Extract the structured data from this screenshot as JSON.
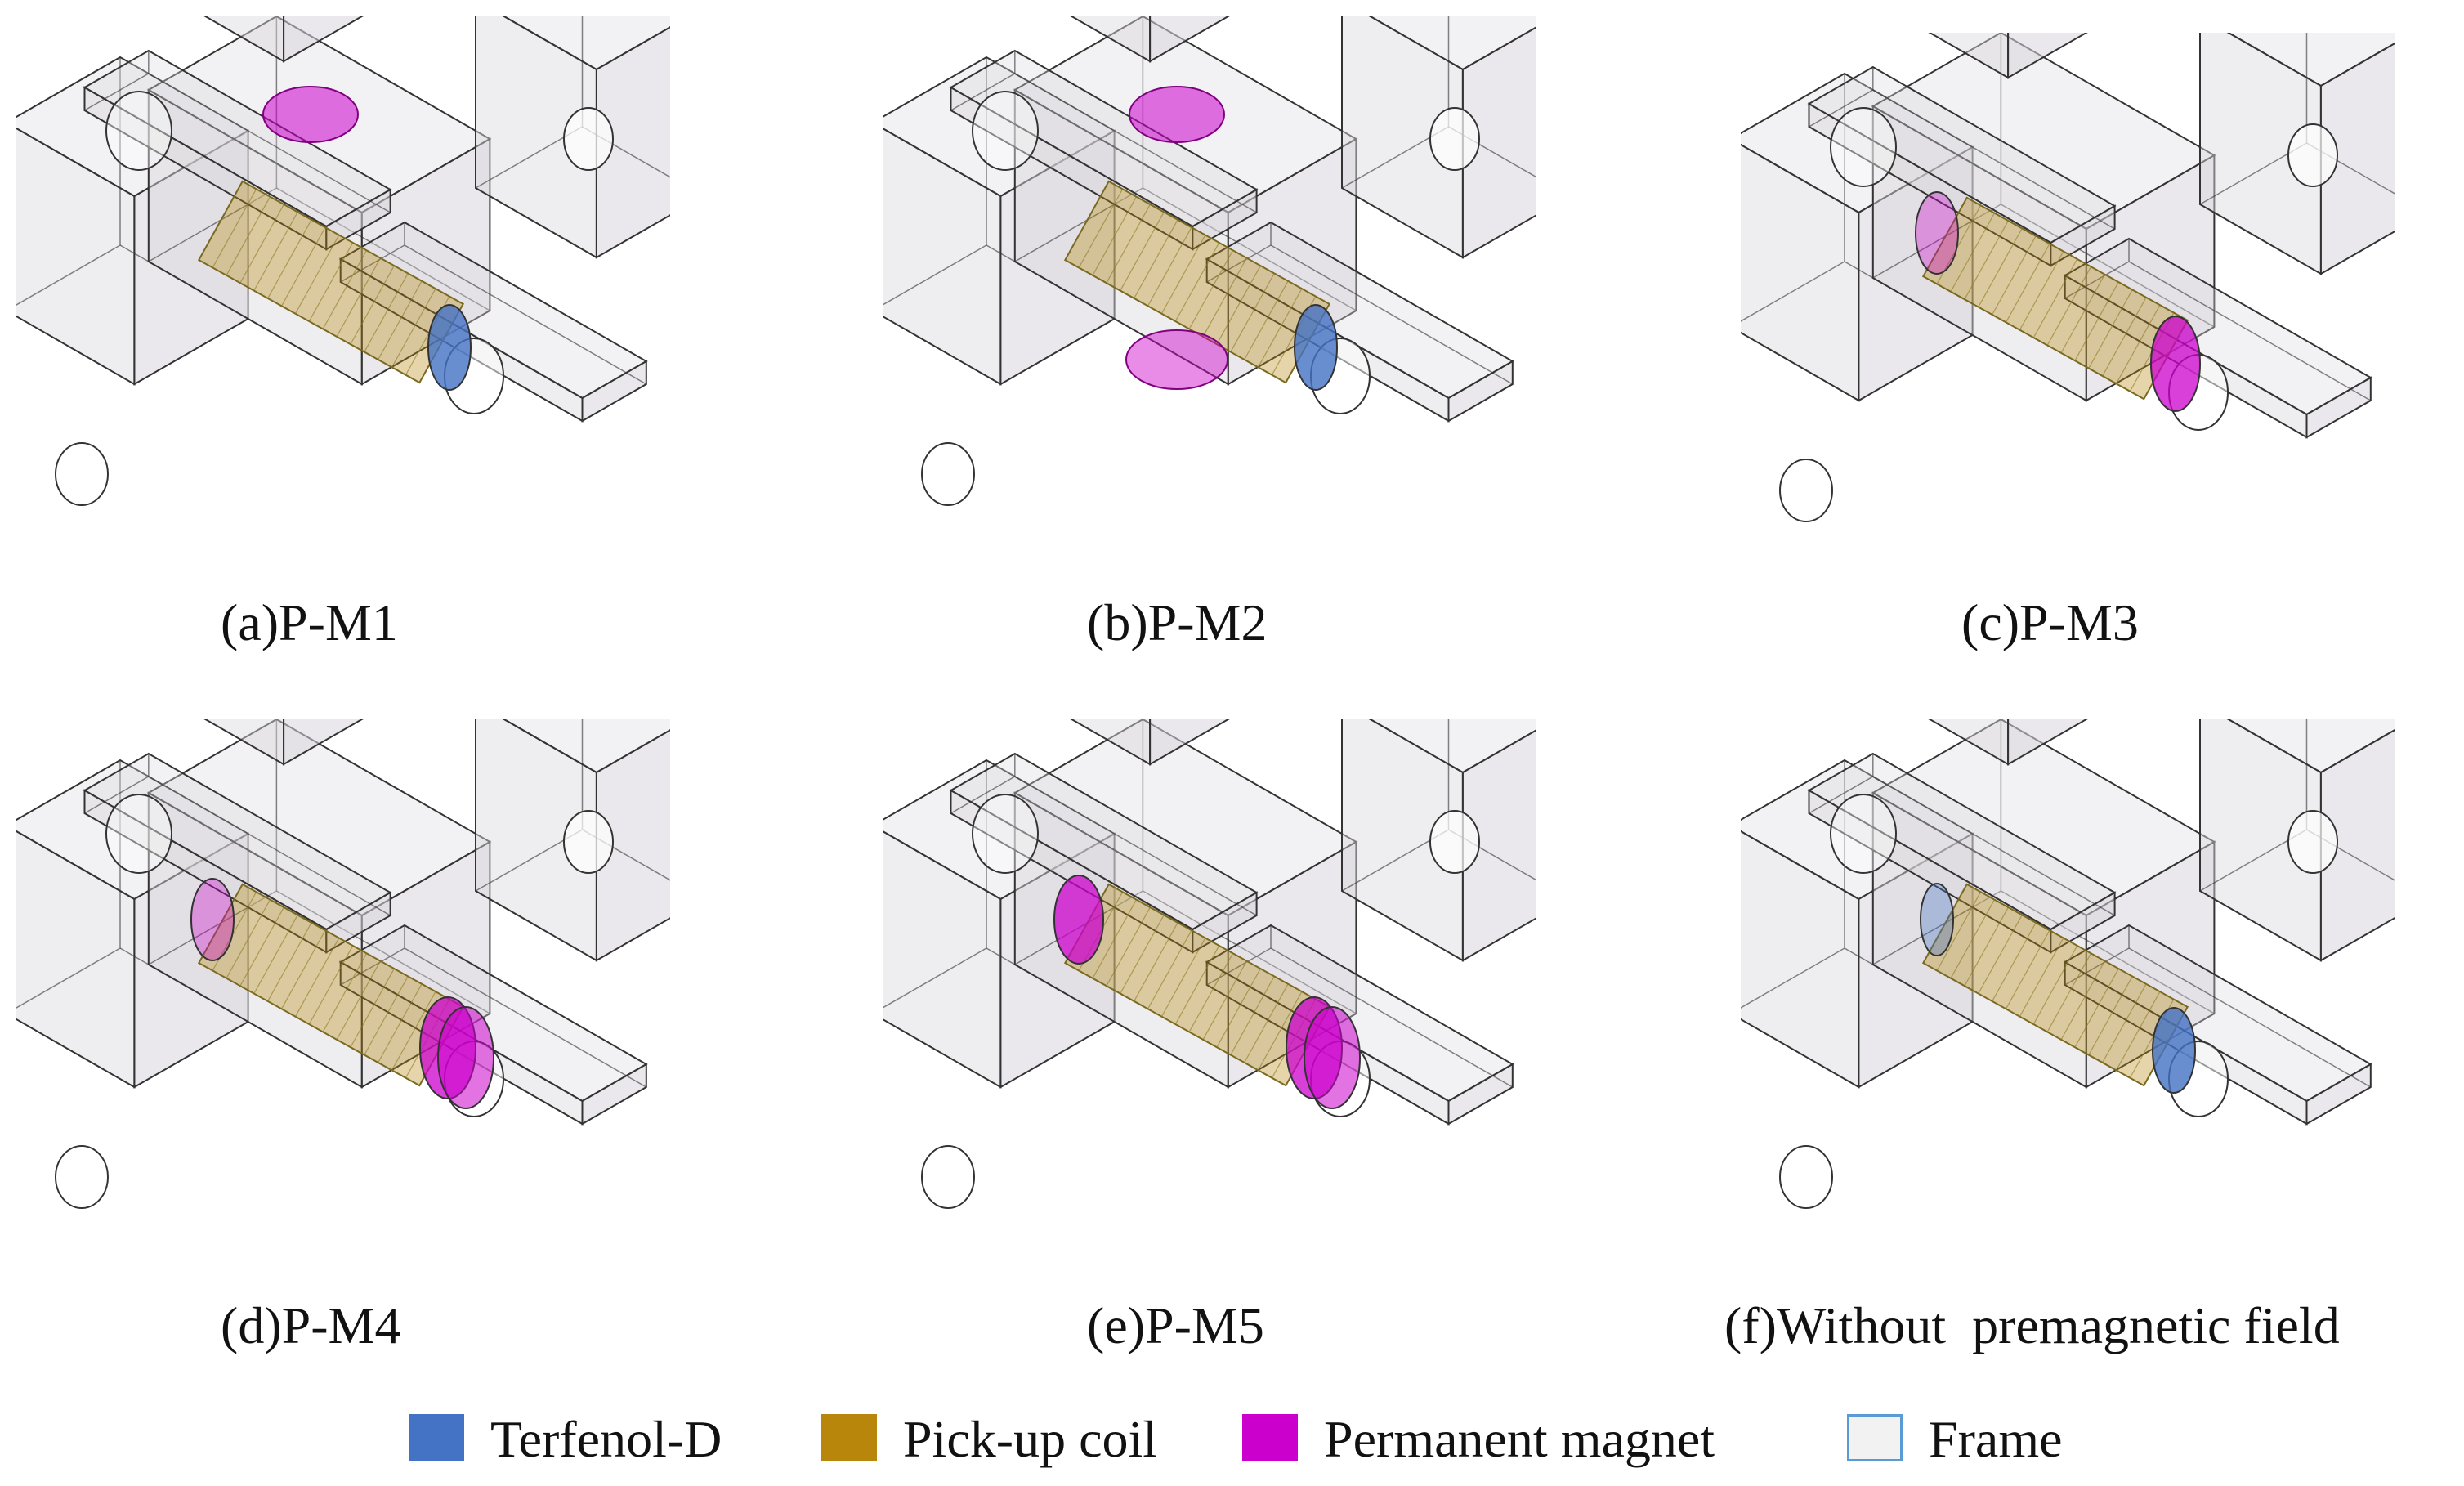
{
  "colors": {
    "terfenol": "#4472c4",
    "coil": "#b8860b",
    "magnet": "#cc00cc",
    "frame_fill": "#f2f2f2",
    "frame_stroke": "#5b9bd5",
    "edge": "#333333",
    "body_fill": "#d9d6dc"
  },
  "panels": [
    {
      "caption": "(a)P-M1",
      "magnets": [
        "top"
      ],
      "terfenol_end": "right"
    },
    {
      "caption": "(b)P-M2",
      "magnets": [
        "top",
        "bottom"
      ],
      "terfenol_end": "right"
    },
    {
      "caption": "(c)P-M3",
      "magnets": [
        "left-end",
        "right-end"
      ],
      "terfenol_end": "none"
    },
    {
      "caption": "(d)P-M4",
      "magnets": [
        "left-end",
        "right-end-double"
      ],
      "terfenol_end": "none"
    },
    {
      "caption": "(e)P-M5",
      "magnets": [
        "left-end-solid",
        "right-end-double"
      ],
      "terfenol_end": "none"
    },
    {
      "caption": "(f)Without  premagnetic field",
      "magnets": [],
      "terfenol_end": "both"
    }
  ],
  "legend": [
    {
      "label": "Terfenol-D",
      "color": "#4472c4"
    },
    {
      "label": "Pick-up coil",
      "color": "#b8860b"
    },
    {
      "label": "Permanent magnet",
      "color": "#cc00cc"
    },
    {
      "label": "Frame",
      "color": "#f2f2f2"
    }
  ]
}
